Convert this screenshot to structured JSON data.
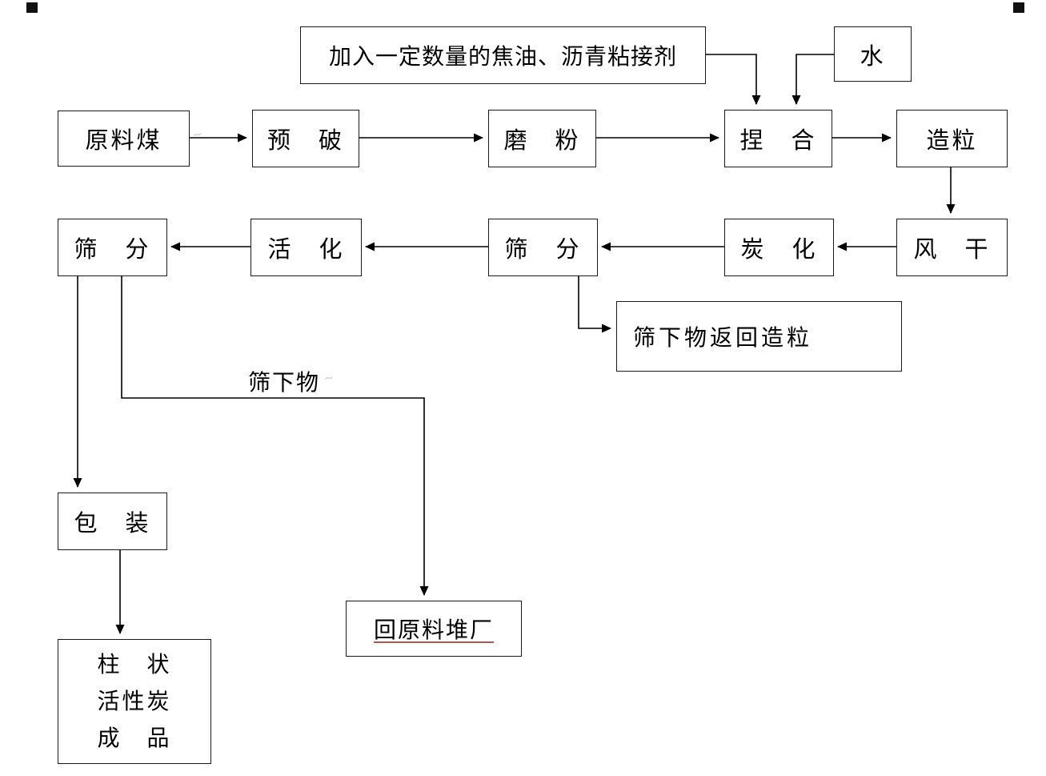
{
  "diagram": {
    "nodes": {
      "binder": {
        "label": "加入一定数量的焦油、沥青粘接剂"
      },
      "water": {
        "label": "水"
      },
      "raw_coal": {
        "label": "原料煤"
      },
      "pre_crush": {
        "label": "预　破"
      },
      "grind": {
        "label": "磨　粉"
      },
      "knead": {
        "label": "捏　合"
      },
      "granulate": {
        "label": "造粒"
      },
      "air_dry": {
        "label": "风　干"
      },
      "carbonize": {
        "label": "炭　化"
      },
      "sieve_2": {
        "label": "筛　分"
      },
      "activate": {
        "label": "活　化"
      },
      "sieve_1": {
        "label": "筛　分"
      },
      "undersize_return": {
        "label": "筛下物返回造粒"
      },
      "pack": {
        "label": "包　装"
      },
      "return_yard": {
        "label": "回原料堆厂"
      },
      "product": {
        "line1": "柱　状",
        "line2": "活性炭",
        "line3": "成　品"
      }
    },
    "labels": {
      "undersize": "筛下物"
    },
    "edges": [
      {
        "from": "raw_coal",
        "to": "pre_crush"
      },
      {
        "from": "pre_crush",
        "to": "grind"
      },
      {
        "from": "grind",
        "to": "knead"
      },
      {
        "from": "knead",
        "to": "granulate"
      },
      {
        "from": "binder",
        "to": "knead"
      },
      {
        "from": "water",
        "to": "knead"
      },
      {
        "from": "granulate",
        "to": "air_dry"
      },
      {
        "from": "air_dry",
        "to": "carbonize"
      },
      {
        "from": "carbonize",
        "to": "sieve_2"
      },
      {
        "from": "sieve_2",
        "to": "activate"
      },
      {
        "from": "sieve_2",
        "to": "undersize_return"
      },
      {
        "from": "activate",
        "to": "sieve_1"
      },
      {
        "from": "sieve_1",
        "to": "pack"
      },
      {
        "from": "sieve_1",
        "to": "return_yard",
        "label": "筛下物"
      },
      {
        "from": "pack",
        "to": "product"
      }
    ],
    "colors": {
      "line": "#000000",
      "box_border": "#1a1a1a",
      "background": "#ffffff",
      "underline": "#b05654",
      "watermark": "#cccccc"
    },
    "watermark_glyph": "~"
  }
}
